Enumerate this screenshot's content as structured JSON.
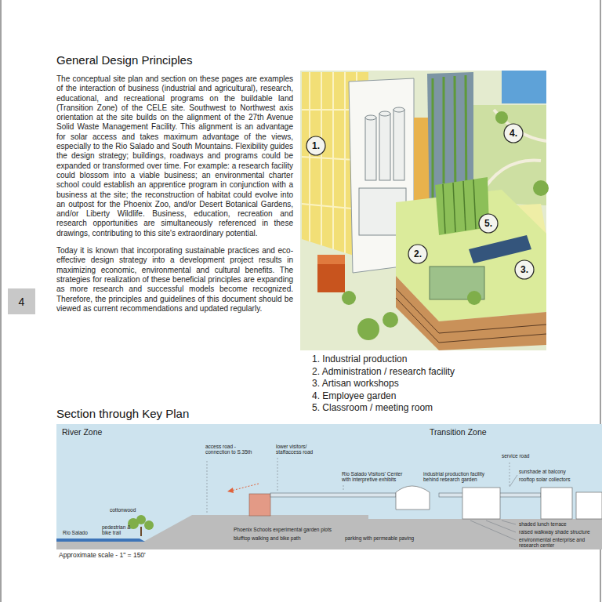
{
  "diagram": {
    "title": "General Design Principles",
    "nodes": [
      {
        "text": [
          "1."
        ]
      },
      {
        "text": [
          "4."
        ]
      },
      {
        "text": [
          "5."
        ]
      },
      {
        "text": [
          "2."
        ]
      },
      {
        "text": [
          "3."
        ]
      },
      {
        "text": [
          "4"
        ]
      }
    ],
    "labels": [
      "The conceptual site plan and section on these pages are examples of the interaction of business (industrial and agricultural), research, educational, and recreational programs on the buildable land (Transition Zone) of the CELE site. Southwest to Northwest axis orientation at the site builds on the alignment of the 27th Avenue Solid Waste Management Facility. This alignment is an advantage for solar access and takes maximum advantage of the views, especially to the Rio Salado and South Mountains. Flexibility guides the design strategy; buildings, roadways and programs could be expanded or transformed over time. For example: a research facility could blossom into a viable business; an environmental charter school could establish an apprentice program in conjunction with a business at the site; the reconstruction of habitat could evolve into an outpost for the Phoenix Zoo, and/or Desert Botanical Gardens, and/or Liberty Wildlife. Business, education, recreation and research opportunities are simultaneously referenced in these drawings, contributing to this site's extraordinary potential.",
      "Today it is known that incorporating sustainable practices and eco-effective design strategy into a development project results in maximizing economic, environmental and cultural benefits. The strategies for realization of these beneficial principles are expanding as more research and successful models become recognized. Therefore, the principles and guidelines of this document should be viewed as current recommendations and updated regularly.",
      "1. Industrial production",
      "2. Administration / research facility",
      "3. Artisan workshops",
      "4. Employee garden",
      "5. Classroom / meeting room",
      "Section through Key Plan",
      "River Zone",
      "Transition Zone",
      "access road - connection to S.35th",
      "lower visitors/ staffaccess road",
      "Rio Salado Visitors' Center with interpretive exhibits",
      "service road",
      "industrial production facility behind research garden",
      "sunshade at balcony",
      "rooftop solar collectors",
      "cottonwood",
      "Rio Salado",
      "pedestrian & bike trail",
      "Phoenix Schools experimental garden plots",
      "blufftop walking and bike path",
      "parking with permeable paving",
      "shaded lunch terrace",
      "raised walkway shade structure",
      "environmental enterprise and research center",
      "Approximate scale - 1\" = 150'"
    ]
  }
}
